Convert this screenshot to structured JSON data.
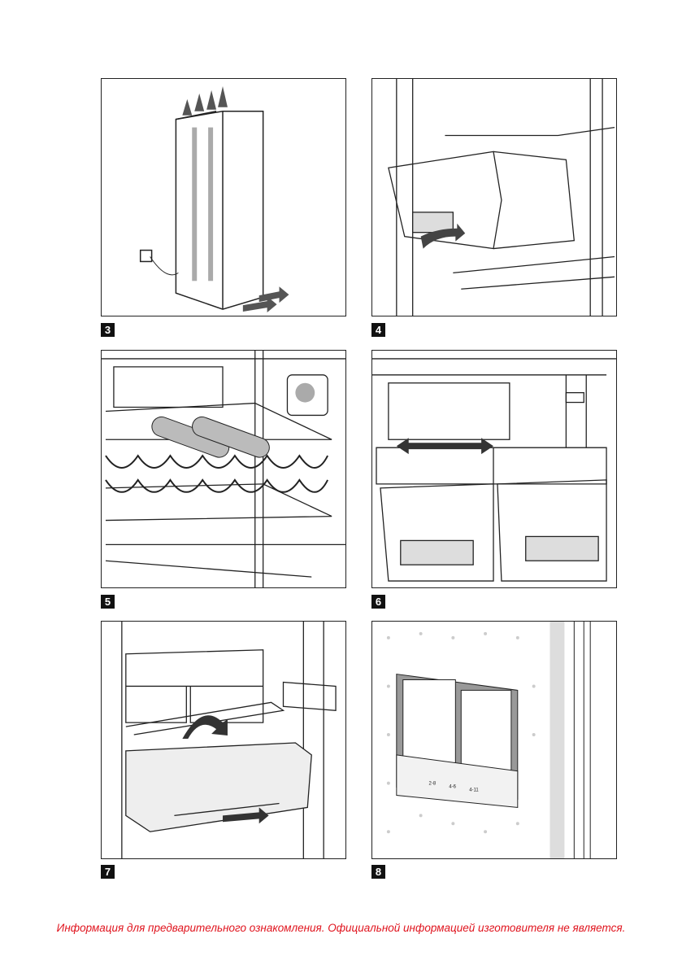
{
  "figures": [
    {
      "number": "3",
      "subject": "air-circulation"
    },
    {
      "number": "4",
      "subject": "drawer-removal"
    },
    {
      "number": "5",
      "subject": "bottle-rack"
    },
    {
      "number": "6",
      "subject": "drawer-divider"
    },
    {
      "number": "7",
      "subject": "crisper-drawer"
    },
    {
      "number": "8",
      "subject": "ice-packs"
    }
  ],
  "ice_pack_labels": [
    "2-8",
    "4-6",
    "4-11"
  ],
  "footer": {
    "disclaimer": "Информация для предварительного ознакомления. Официальной информацией изготовителя не является.",
    "color": "#e0141e"
  }
}
